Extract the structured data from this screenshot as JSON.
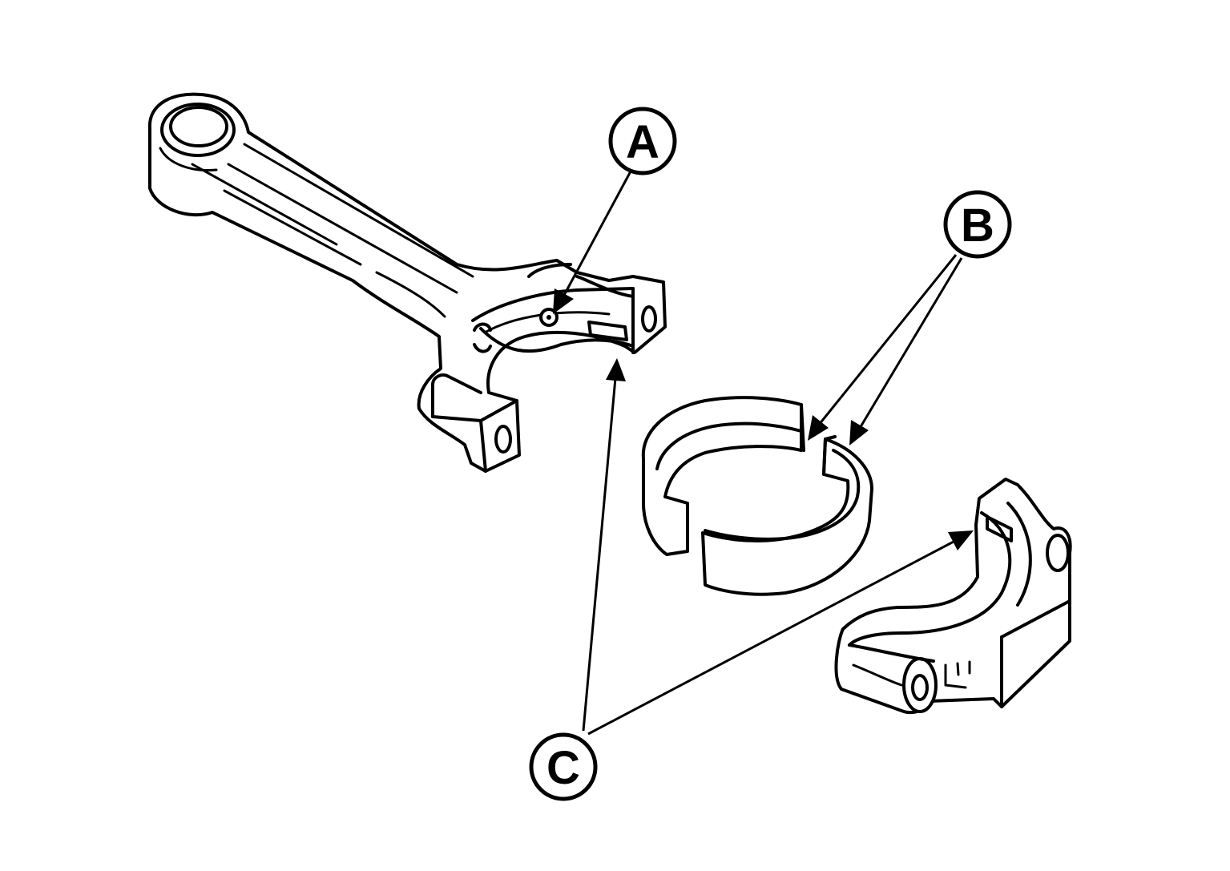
{
  "callouts": {
    "a": {
      "label": "A"
    },
    "b": {
      "label": "B"
    },
    "c": {
      "label": "C"
    }
  },
  "colors": {
    "ink": "#000000",
    "paper": "#ffffff"
  }
}
